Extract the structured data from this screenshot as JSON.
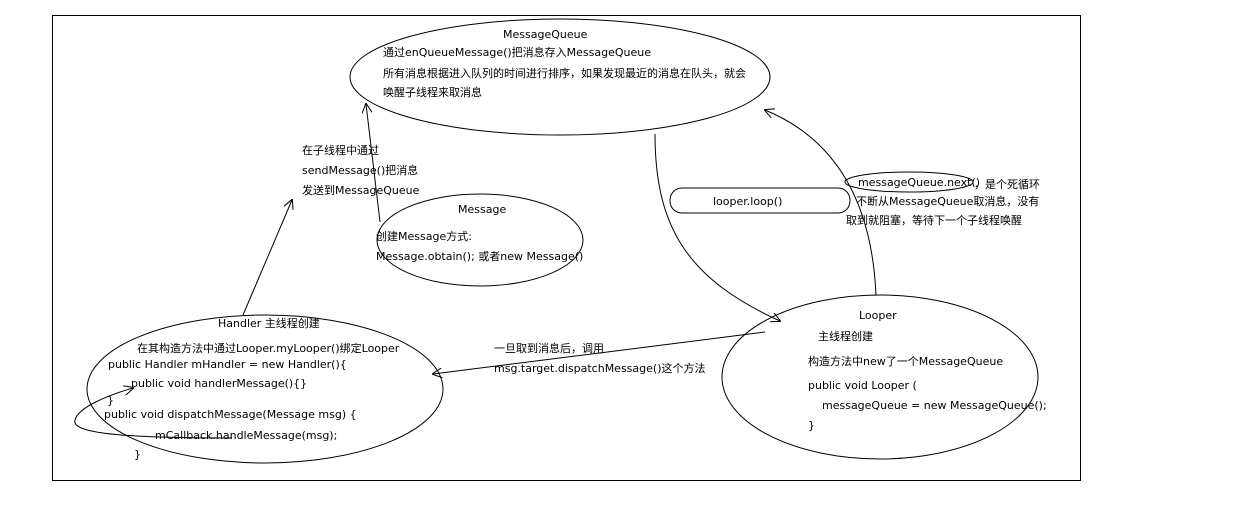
{
  "message_queue": {
    "title": "MessageQueue",
    "line1": "通过enQueueMessage()把消息存入MessageQueue",
    "line2": "所有消息根据进入队列的时间进行排序，如果发现最近的消息在队头，就会",
    "line3": "唤醒子线程来取消息"
  },
  "send_note": {
    "line1": "在子线程中通过",
    "line2": "sendMessage()把消息",
    "line3": "发送到MessageQueue"
  },
  "message": {
    "title": "Message",
    "line1": "创建Message方式:",
    "line2": "Message.obtain(); 或者new Message()"
  },
  "loop_box": {
    "label": "looper.loop()"
  },
  "next_note": {
    "call": "messageQueue.next()",
    "line1_rest": "，是个死循环",
    "line2": "不断从MessageQueue取消息，没有",
    "line3": "取到就阻塞，等待下一个子线程唤醒"
  },
  "handler": {
    "title": "Handler  主线程创建",
    "line1": "在其构造方法中通过Looper.myLooper()绑定Looper",
    "line2": "public Handler mHandler = new Handler(){",
    "line3": "public void  handlerMessage(){}",
    "line4": "}",
    "line5": "public void dispatchMessage(Message msg) {",
    "line6": "mCallback.handleMessage(msg);",
    "line7": "}"
  },
  "dispatch_note": {
    "line1": "一旦取到消息后，调用",
    "line2": "msg.target.dispatchMessage()这个方法"
  },
  "looper": {
    "title": "Looper",
    "line1": "主线程创建",
    "line2": "构造方法中new了一个MessageQueue",
    "line3": "public void Looper (",
    "line4": "messageQueue = new MessageQueue();",
    "line5": "}"
  }
}
